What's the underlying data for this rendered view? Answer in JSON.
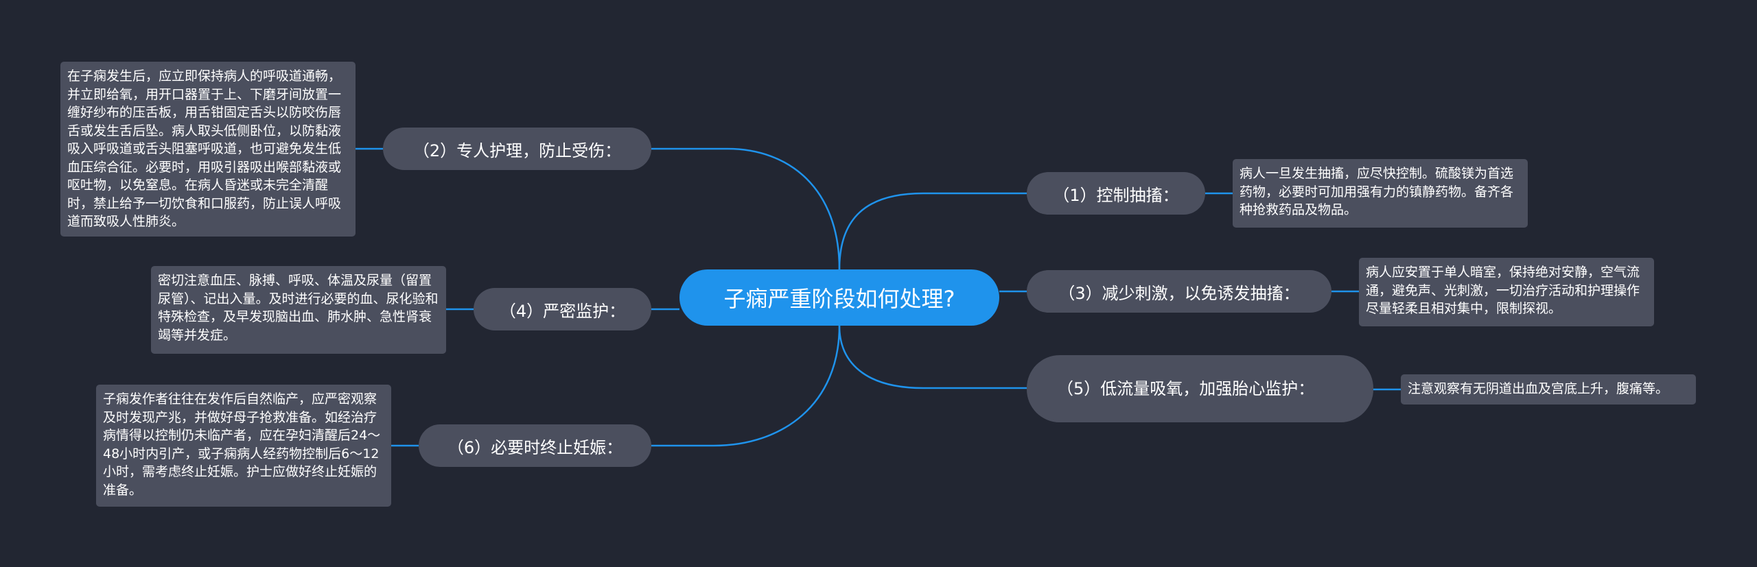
{
  "root": {
    "label": "子痫严重阶段如何处理?"
  },
  "branches": [
    {
      "id": "b1",
      "label": "（1）控制抽搐：",
      "detail": "病人一旦发生抽搐，应尽快控制。硫酸镁为首选药物，必要时可加用强有力的镇静药物。备齐各种抢救药品及物品。"
    },
    {
      "id": "b2",
      "label": "（2）专人护理，防止受伤：",
      "detail": "在子痫发生后，应立即保持病人的呼吸道通畅，并立即给氧，用开口器置于上、下磨牙间放置一缠好纱布的压舌板，用舌钳固定舌头以防咬伤唇舌或发生舌后坠。病人取头低侧卧位，以防黏液吸入呼吸道或舌头阻塞呼吸道，也可避免发生低血压综合征。必要时，用吸引器吸出喉部黏液或呕吐物，以免窒息。在病人昏迷或未完全清醒时，禁止给予一切饮食和口服药，防止误人呼吸道而致吸人性肺炎。"
    },
    {
      "id": "b3",
      "label": "（3）减少刺激，以免诱发抽搐：",
      "detail": "病人应安置于单人暗室，保持绝对安静，空气流通，避免声、光刺激，一切治疗活动和护理操作尽量轻柔且相对集中，限制探视。"
    },
    {
      "id": "b4",
      "label": "（4）严密监护：",
      "detail": "密切注意血压、脉搏、呼吸、体温及尿量（留置尿管）、记出入量。及时进行必要的血、尿化验和特殊检查，及早发现脑出血、肺水肿、急性肾衰竭等并发症。"
    },
    {
      "id": "b5",
      "label": "（5）低流量吸氧，加强胎心监护：",
      "detail": "注意观察有无阴道出血及宫底上升，腹痛等。"
    },
    {
      "id": "b6",
      "label": "（6）必要时终止妊娠：",
      "detail": "子痫发作者往往在发作后自然临产，应严密观察及时发现产兆，并做好母子抢救准备。如经治疗病情得以控制仍未临产者，应在孕妇清醒后24～48小时内引产，或子痫病人经药物控制后6～12小时，需考虑终止妊娠。护士应做好终止妊娠的准备。"
    }
  ],
  "colors": {
    "background": "#222632",
    "root_fill": "#1f93ec",
    "node_fill": "#4b4f5e",
    "connector": "#1f93ec",
    "text": "#ffffff"
  }
}
